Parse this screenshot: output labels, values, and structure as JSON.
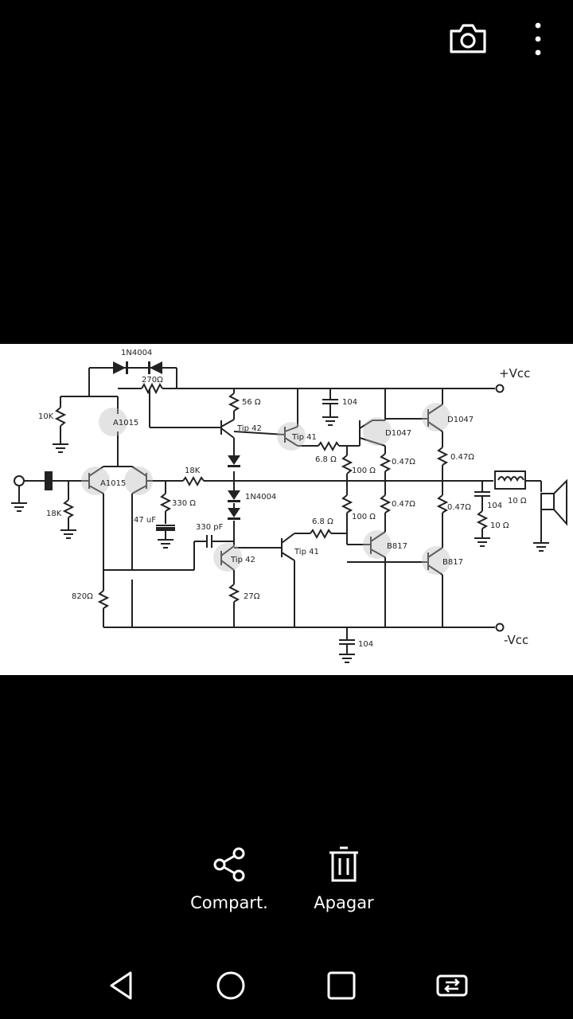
{
  "toolbar": {
    "camera_icon": "camera-icon",
    "more_icon": "more-vertical-icon"
  },
  "schematic": {
    "labels": {
      "diode_top": "1N4004",
      "r270": "270Ω",
      "r56": "56 Ω",
      "c104_top": "104",
      "vcc_pos": "+Vcc",
      "r10k": "10K",
      "q_a1015_top": "A1015",
      "q_tip42_top": "Tip 42",
      "q_tip41_top": "Tip 41",
      "q_d1047_left": "D1047",
      "q_d1047_right": "D1047",
      "r68_top": "6.8 Ω",
      "r100_top": "100 Ω",
      "r047_a": "0.47Ω",
      "r047_b": "0.47Ω",
      "r18k_mid": "18K",
      "q_a1015_mid": "A1015",
      "diode_mid": "1N4004",
      "r330": "330 Ω",
      "r18k_left": "18K",
      "c47uf": "47 uF",
      "c330pf": "330 pF",
      "r68_bot": "6.8 Ω",
      "r100_bot": "100 Ω",
      "r047_c": "0.47Ω",
      "r047_d": "0.47Ω",
      "c104_right": "104",
      "r10_a": "10 Ω",
      "r10_b": "10 Ω",
      "q_tip41_bot": "Tip 41",
      "q_b817_left": "B817",
      "q_b817_right": "B817",
      "q_tip42_bot": "Tip 42",
      "r820": "820Ω",
      "r27": "27Ω",
      "vcc_neg": "-Vcc",
      "c104_bot": "104"
    }
  },
  "actions": {
    "share": {
      "label": "Compart.",
      "icon": "share-icon"
    },
    "delete": {
      "label": "Apagar",
      "icon": "trash-icon"
    }
  },
  "navbar": {
    "back": "back-icon",
    "home": "home-icon",
    "recents": "recents-icon",
    "switch": "switch-apps-icon"
  }
}
